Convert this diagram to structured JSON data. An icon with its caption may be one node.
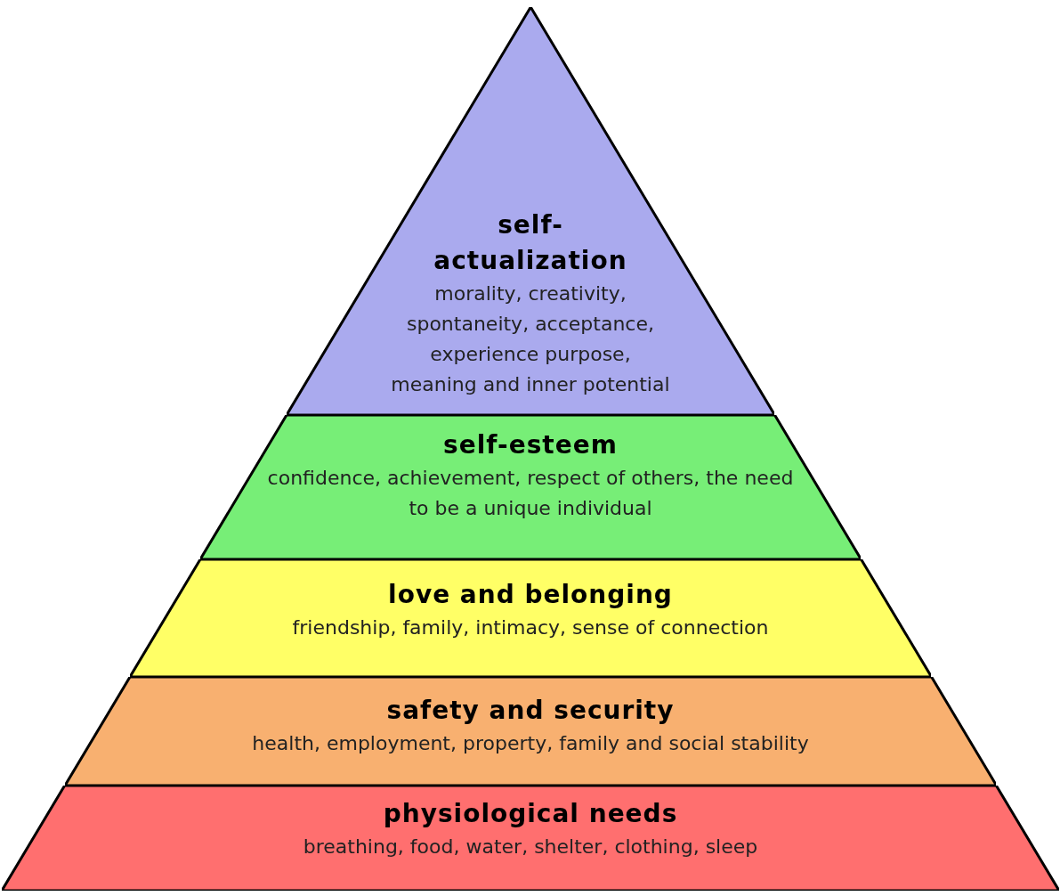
{
  "diagram": {
    "nodes": [
      {
        "text": [
          "self- actualization",
          "morality, creativity, spontaneity, acceptance, experience purpose, meaning and inner potential"
        ]
      },
      {
        "text": [
          "self-esteem",
          "confidence, achievement, respect of others, the need to be a unique individual"
        ]
      },
      {
        "text": [
          "love and belonging",
          "friendship, family, intimacy, sense of connection"
        ]
      },
      {
        "text": [
          "safety and security",
          "health, employment, property, family and social stability"
        ]
      },
      {
        "text": [
          "physiological needs",
          "breathing, food, water, shelter, clothing, sleep"
        ]
      }
    ]
  }
}
